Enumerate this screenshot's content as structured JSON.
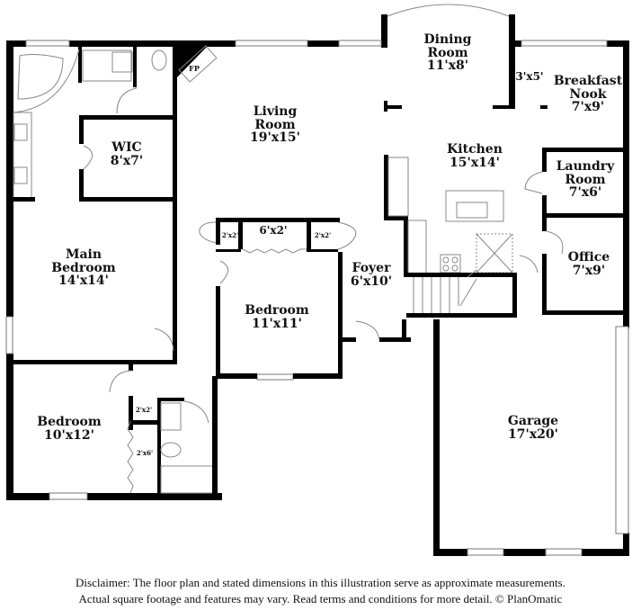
{
  "rooms": {
    "dining": {
      "name": "Dining",
      "name2": "Room",
      "dims": "11'x8'"
    },
    "living": {
      "name": "Living",
      "name2": "Room",
      "dims": "19'x15'"
    },
    "breakfast": {
      "name": "Breakfast",
      "name2": "Nook",
      "dims": "7'x9'"
    },
    "pantry": {
      "dims": "3'x5'"
    },
    "kitchen": {
      "name": "Kitchen",
      "dims": "15'x14'"
    },
    "laundry": {
      "name": "Laundry",
      "name2": "Room",
      "dims": "7'x6'"
    },
    "wic": {
      "name": "WIC",
      "dims": "8'x7'"
    },
    "main_bedroom": {
      "name": "Main",
      "name2": "Bedroom",
      "dims": "14'x14'"
    },
    "closet_6x2": {
      "dims": "6'x2'"
    },
    "closet_2x2_left": {
      "dims": "2'x2'"
    },
    "closet_2x2_right": {
      "dims": "2'x2'"
    },
    "foyer": {
      "name": "Foyer",
      "dims": "6'x10'"
    },
    "office": {
      "name": "Office",
      "dims": "7'x9'"
    },
    "bedroom_11": {
      "name": "Bedroom",
      "dims": "11'x11'"
    },
    "bedroom_10": {
      "name": "Bedroom",
      "dims": "10'x12'"
    },
    "closet_2x2_bath": {
      "dims": "2'x2'"
    },
    "closet_2x6": {
      "dims": "2'x6'"
    },
    "garage": {
      "name": "Garage",
      "dims": "17'x20'"
    },
    "fireplace": {
      "label": "FP"
    }
  },
  "disclaimer": {
    "line1": "Disclaimer: The floor plan and stated dimensions in this illustration serve as approximate measurements.",
    "line2": "Actual square footage and features may vary. Read terms and conditions for more detail. © PlanOmatic"
  }
}
